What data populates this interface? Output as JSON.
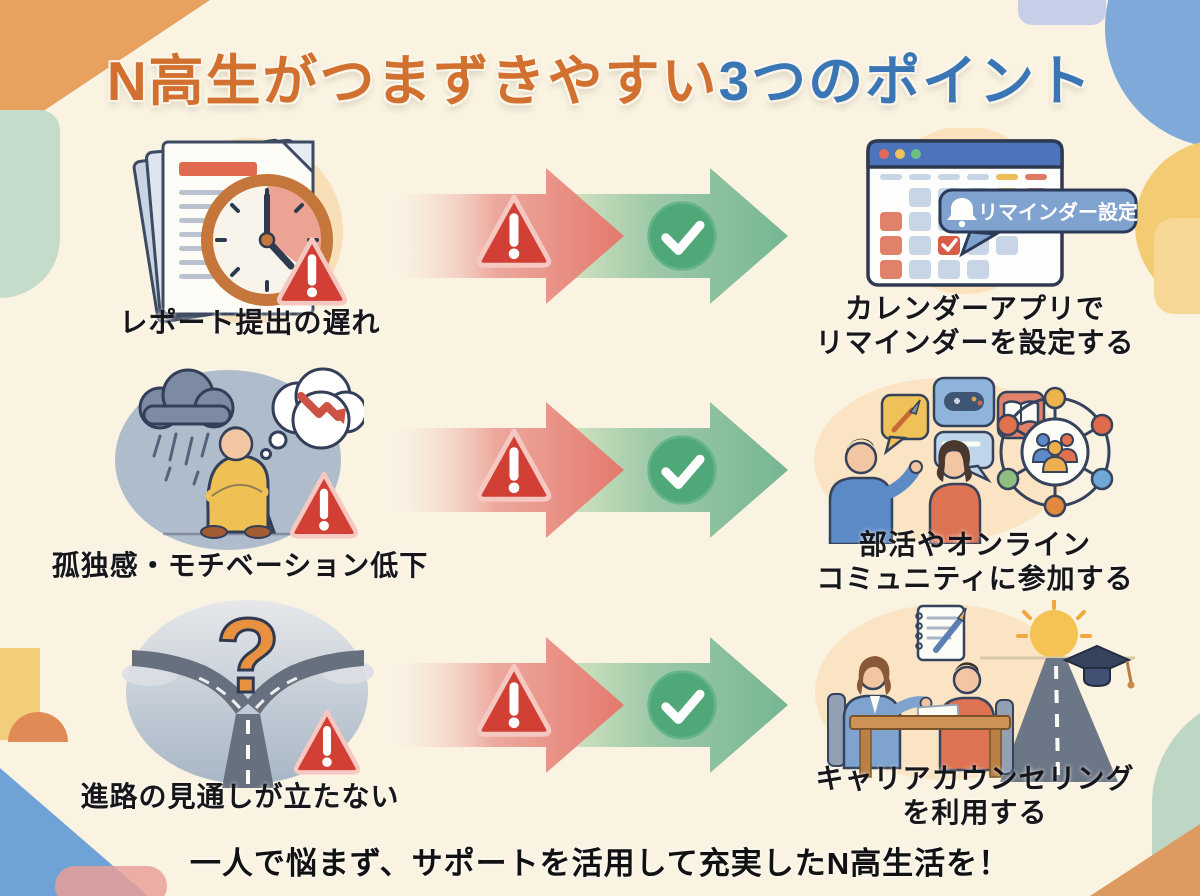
{
  "title": {
    "highlight": "N高生がつまずきやすい",
    "rest": "3つのポイント"
  },
  "rows": [
    {
      "problem": {
        "caption": "レポート提出の遅れ",
        "icon": "late-report-clock-warning-illustration"
      },
      "transition": {
        "from_icon": "warning-triangle-icon",
        "to_icon": "check-circle-icon"
      },
      "solution": {
        "line1": "カレンダーアプリで",
        "line2": "リマインダーを設定する",
        "icon": "calendar-app-illustration",
        "badge": "リマインダー設定",
        "badge_icon": "bell-icon"
      }
    },
    {
      "problem": {
        "caption": "孤独感・モチベーション低下",
        "icon": "lonely-person-rain-cloud-illustration"
      },
      "transition": {
        "from_icon": "warning-triangle-icon",
        "to_icon": "check-circle-icon"
      },
      "solution": {
        "line1": "部活やオンライン",
        "line2": "コミュニティに参加する",
        "icon": "community-chat-network-illustration"
      }
    },
    {
      "problem": {
        "caption": "進路の見通しが立たない",
        "icon": "forked-road-question-illustration"
      },
      "transition": {
        "from_icon": "warning-triangle-icon",
        "to_icon": "check-circle-icon"
      },
      "solution": {
        "line1": "キャリアカウンセリング",
        "line2": "を利用する",
        "icon": "career-counseling-illustration"
      }
    }
  ],
  "footer": "一人で悩まず、サポートを活用して充実したN高生活を！",
  "colors": {
    "background": "#FAF3E2",
    "title_orange": "#D2702F",
    "title_blue": "#3A76B5",
    "warning_red": "#D23F35",
    "success_green": "#4FA878",
    "arrow_red": "#E4796D",
    "arrow_green": "#76B692",
    "caption_text": "#17171B"
  }
}
